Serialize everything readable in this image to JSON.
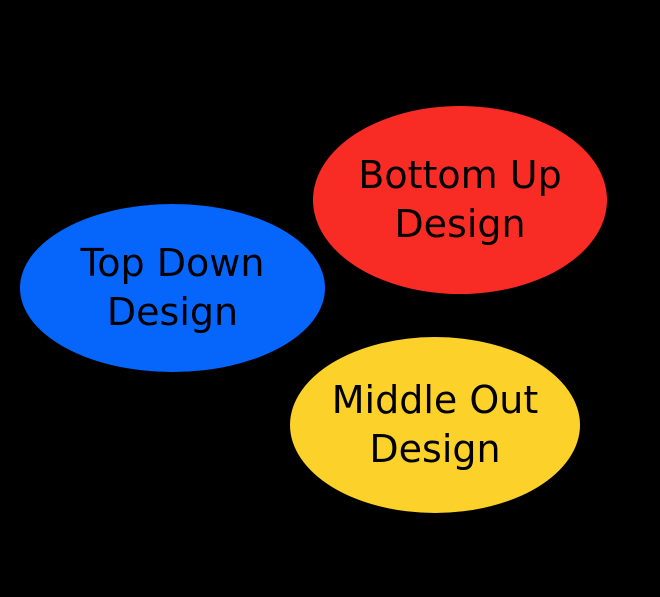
{
  "canvas": {
    "background_color": "#000000",
    "text_color": "#000000"
  },
  "bubbles": [
    {
      "id": "top-down-design",
      "line1": "Top Down",
      "line2": "Design",
      "color": "#0666FB"
    },
    {
      "id": "bottom-up-design",
      "line1": "Bottom Up",
      "line2": "Design",
      "color": "#F92B25"
    },
    {
      "id": "middle-out-design",
      "line1": "Middle Out",
      "line2": "Design",
      "color": "#FBD12A"
    }
  ]
}
